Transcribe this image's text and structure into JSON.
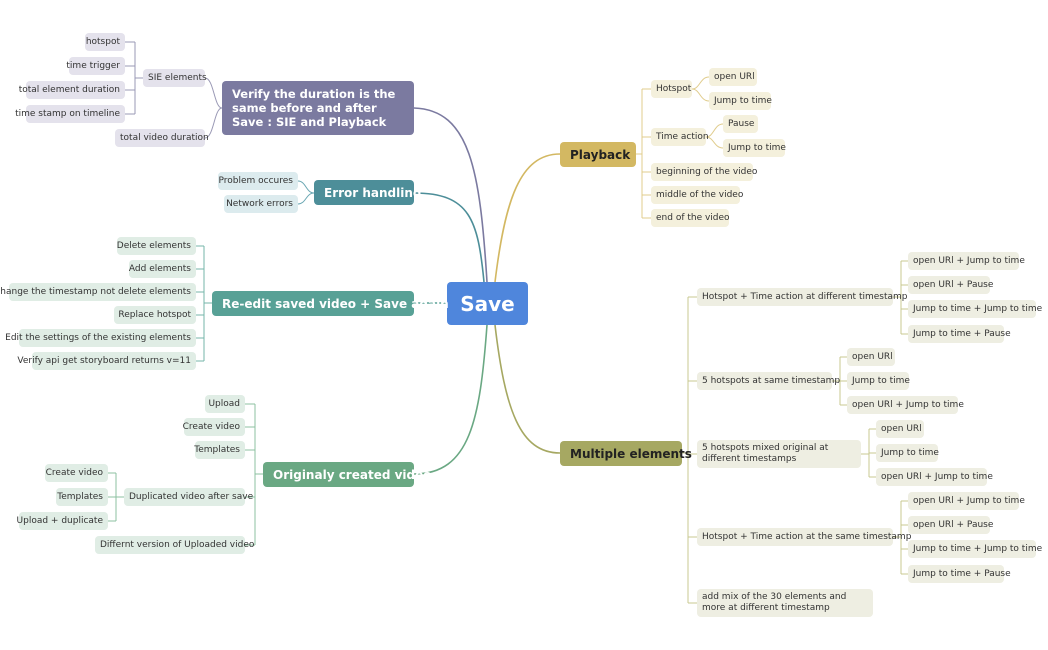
{
  "mindmap": {
    "root": "Save",
    "colors": {
      "root": "#4f86dc",
      "purple": "#7b7aa0",
      "teal": "#4d8e99",
      "sea": "#58a196",
      "green": "#6aa883",
      "gold": "#d3b862",
      "olive": "#a6a862"
    },
    "branches": {
      "verify": {
        "label": "Verify the duration is the same before and after Save : SIE and Playback",
        "sie": {
          "label": "SIE elements",
          "children": [
            "hotspot",
            "time trigger",
            "total element duration",
            "time stamp on timeline"
          ]
        },
        "total": "total video duration"
      },
      "error": {
        "label": "Error handling",
        "children": [
          "Problem occures",
          "Network errors"
        ]
      },
      "reedit": {
        "label": "Re-edit saved video + Save again",
        "children": [
          "Delete elements",
          "Add elements",
          "Change the timestamp not delete elements",
          "Replace hotspot",
          "Edit the settings of the existing elements",
          "Verify api get storyboard returns v=11"
        ]
      },
      "original": {
        "label": "Originaly created video",
        "children": [
          "Upload",
          "Create video",
          "Templates"
        ],
        "dup": {
          "label": "Duplicated video after save",
          "children": [
            "Create video",
            "Templates",
            "Upload + duplicate"
          ]
        },
        "diff": "Differnt version of Uploaded video"
      },
      "playback": {
        "label": "Playback",
        "hotspot": {
          "label": "Hotspot",
          "children": [
            "open URl",
            "Jump to time"
          ]
        },
        "timeaction": {
          "label": "Time action",
          "children": [
            "Pause",
            "Jump to time"
          ]
        },
        "others": [
          "beginning of the video",
          "middle of the video",
          "end of the video"
        ]
      },
      "multiple": {
        "label": "Multiple elements",
        "g1": {
          "label": "Hotspot + Time action at different timestamp",
          "children": [
            "open URl + Jump to time",
            "open URl + Pause",
            "Jump to time + Jump to time",
            "Jump to time + Pause"
          ]
        },
        "g2": {
          "label": "5 hotspots at same timestamp",
          "children": [
            "open URl",
            "Jump to time",
            "open URl + Jump to time"
          ]
        },
        "g3": {
          "label": "5 hotspots mixed original at different timestamps",
          "children": [
            "open URl",
            "Jump to time",
            "open URl + Jump to time"
          ]
        },
        "g4": {
          "label": "Hotspot + Time action at the same timestamp",
          "children": [
            "open URl + Jump to time",
            "open URl + Pause",
            "Jump to time + Jump to time",
            "Jump to time + Pause"
          ]
        },
        "g5": "add  mix of the 30 elements and more at different timestamp"
      }
    }
  }
}
